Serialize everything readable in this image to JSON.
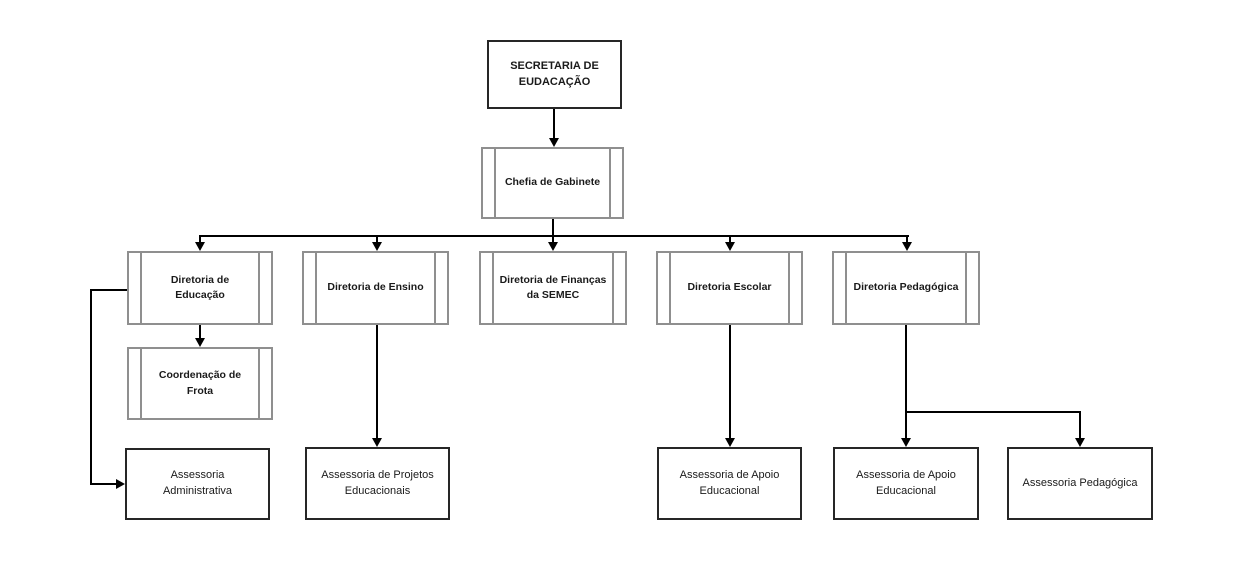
{
  "diagram": {
    "type": "org-chart",
    "nodes": {
      "secretaria": {
        "label": "SECRETARIA DE EUDACAÇÃO"
      },
      "chefia": {
        "label": "Chefia de Gabinete"
      },
      "dir_educacao": {
        "label": "Diretoria de Educação"
      },
      "dir_ensino": {
        "label": "Diretoria de Ensino"
      },
      "dir_financas": {
        "label": "Diretoria de Finanças da SEMEC"
      },
      "dir_escolar": {
        "label": "Diretoria Escolar"
      },
      "dir_pedagogica": {
        "label": "Diretoria Pedagógica"
      },
      "coord_frota": {
        "label": "Coordenação de Frota"
      },
      "ass_administrativa": {
        "label": "Assessoria Administrativa"
      },
      "ass_projetos": {
        "label": "Assessoria de Projetos Educacionais"
      },
      "ass_apoio_1": {
        "label": "Assessoria de Apoio Educacional"
      },
      "ass_apoio_2": {
        "label": "Assessoria de Apoio Educacional"
      },
      "ass_pedagogica": {
        "label": "Assessoria Pedagógica"
      }
    },
    "edges": [
      "secretaria -> chefia",
      "chefia -> dir_educacao",
      "chefia -> dir_ensino",
      "chefia -> dir_financas",
      "chefia -> dir_escolar",
      "chefia -> dir_pedagogica",
      "dir_educacao -> coord_frota",
      "dir_educacao -> ass_administrativa",
      "dir_ensino -> ass_projetos",
      "dir_escolar -> ass_apoio_1",
      "dir_pedagogica -> ass_apoio_2",
      "dir_pedagogica -> ass_pedagogica"
    ],
    "colors": {
      "background": "#ffffff",
      "border_dark": "#262626",
      "border_gray": "#8f8f8f",
      "connector": "#000000",
      "text": "#1a1a1a"
    }
  }
}
